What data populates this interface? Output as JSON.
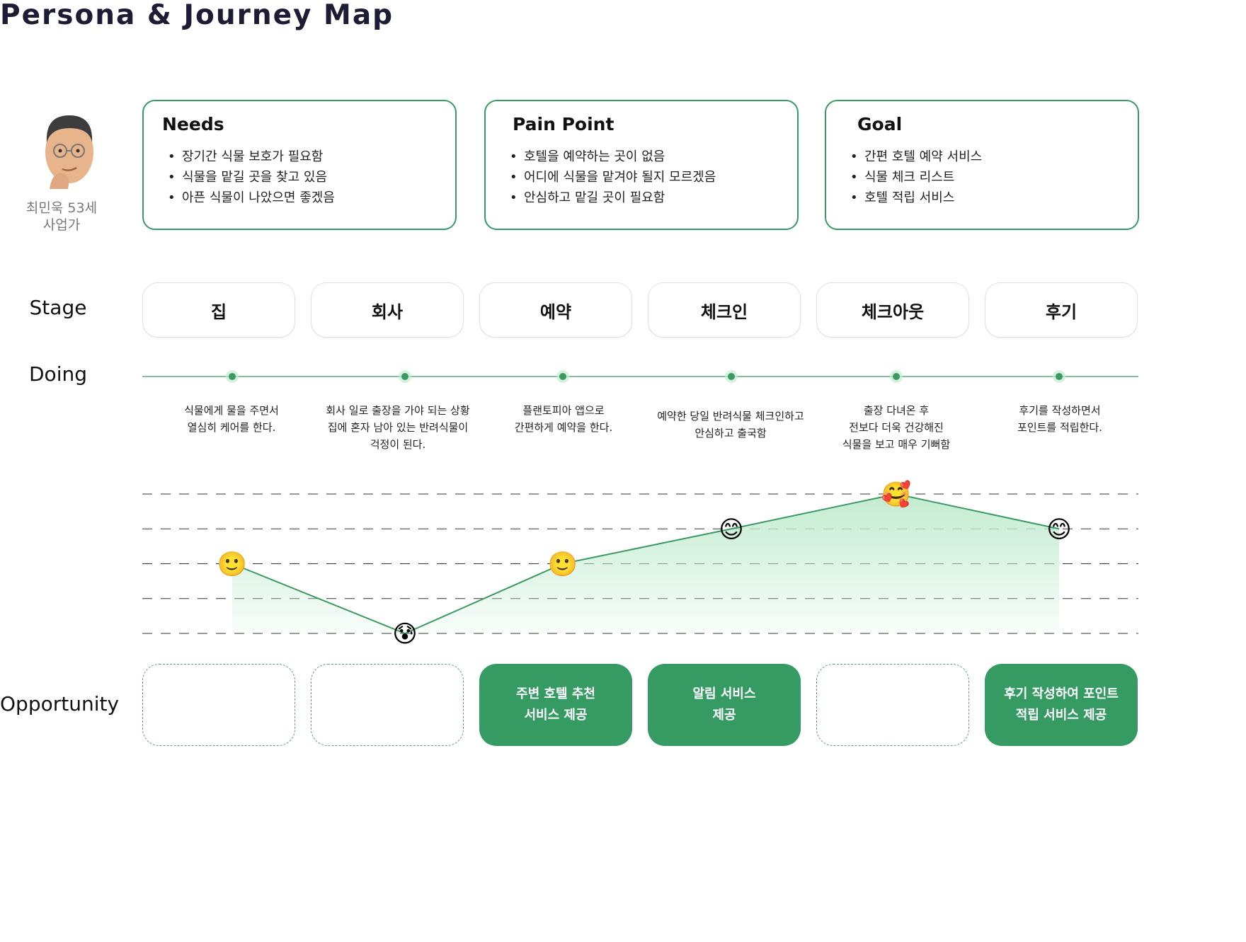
{
  "title": "Persona & Journey Map",
  "persona": {
    "name_line1": "최민욱 53세",
    "name_line2": "사업가",
    "avatar_icon": "man-thinking-avatar-icon"
  },
  "cards": [
    {
      "title": "Needs",
      "items": [
        "장기간 식물 보호가 필요함",
        "식물을 맡길 곳을 찾고 있음",
        "아픈 식물이 나았으면 좋겠음"
      ]
    },
    {
      "title": "Pain Point",
      "items": [
        "호텔을 예약하는 곳이 없음",
        "어디에 식물을 맡겨야 될지 모르겠음",
        "안심하고 맡길 곳이 필요함"
      ]
    },
    {
      "title": "Goal",
      "items": [
        "간편 호텔 예약 서비스",
        "식물 체크 리스트",
        "호텔 적립 서비스"
      ]
    }
  ],
  "labels": {
    "stage": "Stage",
    "doing": "Doing",
    "opportunity": "Opportunity"
  },
  "stages": [
    "집",
    "회사",
    "예약",
    "체크인",
    "체크아웃",
    "후기"
  ],
  "doing": [
    [
      "식물에게 물을 주면서",
      "열심히 케어를 한다."
    ],
    [
      "회사 일로 출장을 가야 되는 상황",
      "집에 혼자 남아 있는 반려식물이",
      "걱정이 된다."
    ],
    [
      "플랜토피아 앱으로",
      "간편하게 예약을 한다."
    ],
    [
      "예약한 당일 반려식물 체크인하고",
      "안심하고 출국함"
    ],
    [
      "출장 다녀온 후",
      "전보다 더욱 건강해진",
      "식물을 보고 매우 기뻐함"
    ],
    [
      "후기를 작성하면서",
      "포인트를 적립한다."
    ]
  ],
  "chart_data": {
    "type": "line",
    "categories": [
      "집",
      "회사",
      "예약",
      "체크인",
      "체크아웃",
      "후기"
    ],
    "values": [
      3,
      1,
      3,
      4,
      5,
      4
    ],
    "ylim": [
      1,
      5
    ],
    "emotions": [
      "slightly-smiling-face",
      "anxious-face-with-sweat",
      "slightly-smiling-face",
      "smiling-face-with-smiling-eyes",
      "smiling-face-with-hearts",
      "smiling-face-with-smiling-eyes"
    ],
    "emoji": [
      "🙂",
      "😰",
      "🙂",
      "😊",
      "🥰",
      "😊"
    ],
    "grid": "dashed horizontal",
    "line_color": "#3a9a62",
    "fill_color": "#c2ecd0"
  },
  "opportunities": [
    {
      "text": "",
      "filled": false
    },
    {
      "text": "",
      "filled": false
    },
    {
      "text": "주변 호텔 추천\n서비스 제공",
      "filled": true
    },
    {
      "text": "알림 서비스\n제공",
      "filled": true
    },
    {
      "text": "",
      "filled": false
    },
    {
      "text": "후기 작성하여 포인트\n적립 서비스 제공",
      "filled": true
    }
  ],
  "colors": {
    "accent": "#369b63",
    "title": "#1c1c34",
    "persona_text": "#777777"
  }
}
